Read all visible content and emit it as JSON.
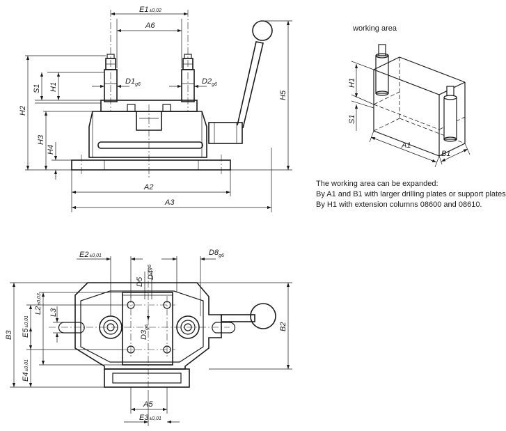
{
  "labels": {
    "e1": "E1",
    "e1_tol": "±0,02",
    "a6": "A6",
    "d1": "D1",
    "d1_tol": "g6",
    "d2": "D2",
    "d2_tol": "g6",
    "s1": "S1",
    "h1": "H1",
    "h2": "H2",
    "h3": "H3",
    "h4": "H4",
    "h5": "H5",
    "a2": "A2",
    "a3": "A3",
    "working_area": "working area",
    "wa_h1": "H1",
    "wa_s1": "S1",
    "wa_a1": "A1",
    "wa_b1": "B1",
    "e2": "E2",
    "e2_tol": "±0,01",
    "d8": "D8",
    "d8_tol": "g6",
    "d5": "D5",
    "d4": "D4",
    "d4_tol": "g6",
    "d3": "D3",
    "d3_tol": "g6",
    "l2": "L2",
    "l2_tol": "±0,03",
    "l3": "L3",
    "e5": "E5",
    "e5_tol": "±0,01",
    "e4": "E4",
    "e4_tol": "±0,01",
    "b3": "B3",
    "b2": "B2",
    "a5": "A5",
    "e3": "E3",
    "e3_tol": "±0,01"
  },
  "notes": [
    "The working area can be expanded:",
    "By A1 and B1 with larger drilling plates or support plates.",
    "By H1 with extension columns 08600 and 08610."
  ]
}
